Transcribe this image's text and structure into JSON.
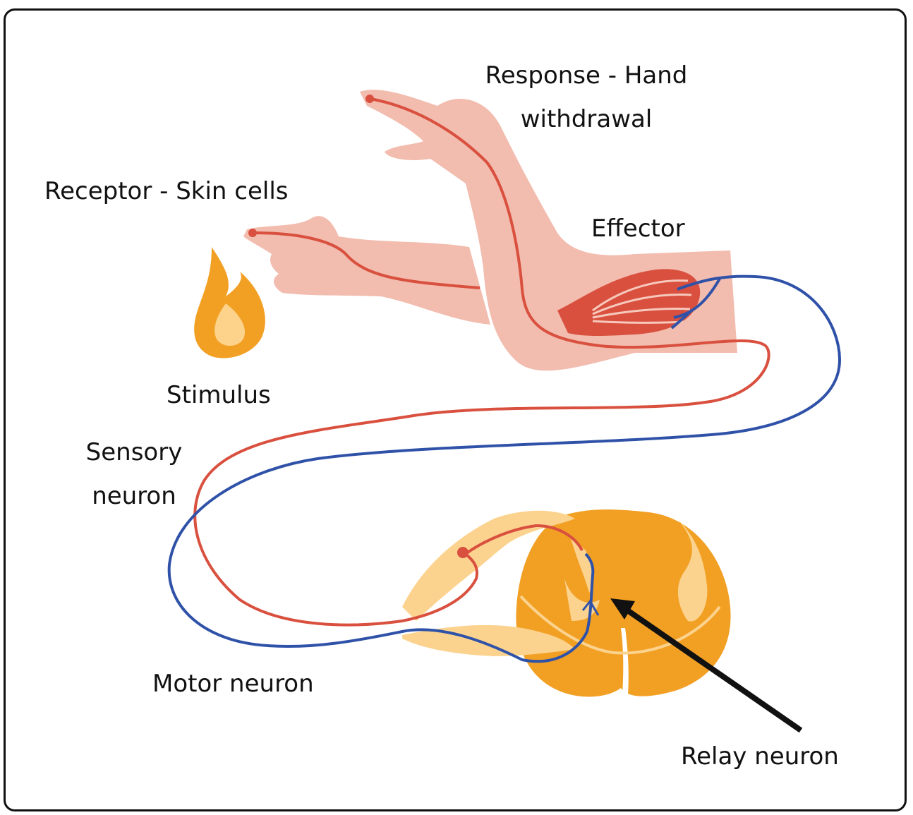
{
  "labels": {
    "response_line1": "Response - Hand",
    "response_line2": "withdrawal",
    "receptor": "Receptor  - Skin cells",
    "effector": "Effector",
    "stimulus": "Stimulus",
    "sensory_line1": "Sensory",
    "sensory_line2": "neuron",
    "motor": "Motor neuron",
    "relay": "Relay neuron"
  },
  "colors": {
    "skin": "#f2bcae",
    "muscle": "#d9503f",
    "sensory_neuron": "#d9503f",
    "motor_neuron": "#2f52a8",
    "flame_outer": "#f2a024",
    "flame_inner": "#fdd38c",
    "spinal_gray": "#f2a024",
    "spinal_white": "#fcd38e",
    "border": "#111111"
  }
}
